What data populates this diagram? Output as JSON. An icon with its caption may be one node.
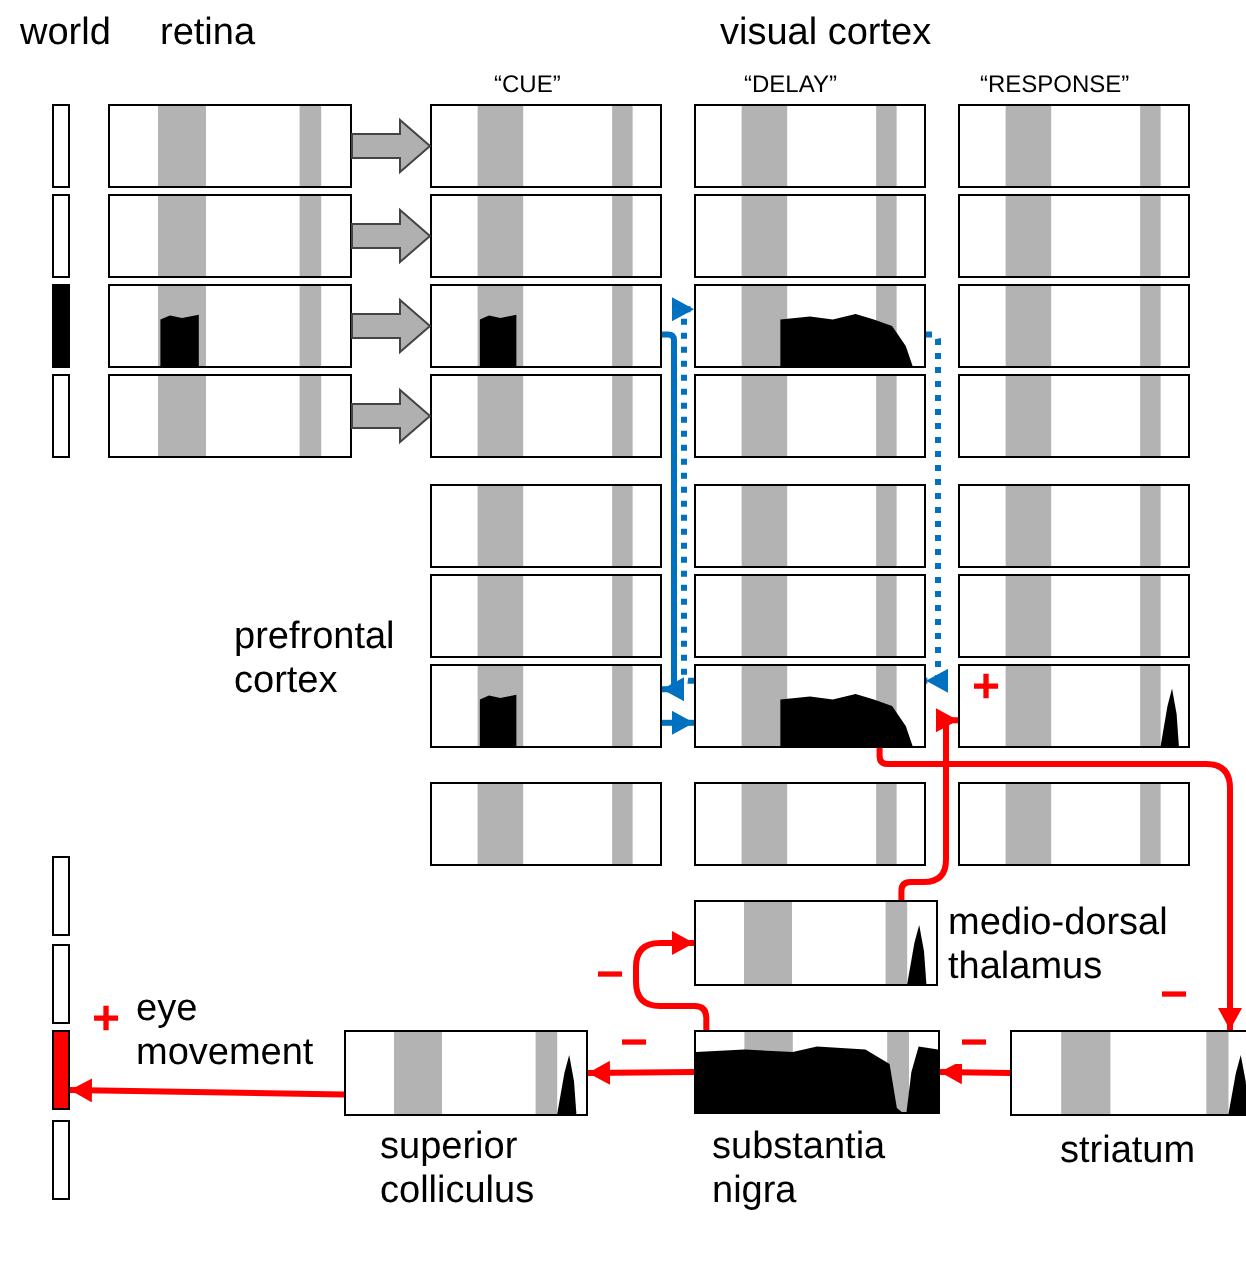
{
  "diagram": {
    "nodes": [
      {
        "text": [],
        "shape": "bar"
      },
      {
        "text": [],
        "shape": "bar"
      },
      {
        "text": [],
        "shape": "bar"
      },
      {
        "text": [],
        "shape": "bar"
      },
      {
        "text": [],
        "shape": "box"
      },
      {
        "text": [],
        "shape": "box"
      },
      {
        "text": [],
        "shape": "box"
      },
      {
        "text": [],
        "shape": "box"
      },
      {
        "text": [],
        "shape": "box"
      },
      {
        "text": [],
        "shape": "box"
      },
      {
        "text": [],
        "shape": "box"
      },
      {
        "text": [],
        "shape": "box"
      },
      {
        "text": [],
        "shape": "box"
      },
      {
        "text": [],
        "shape": "box"
      },
      {
        "text": [],
        "shape": "box"
      },
      {
        "text": [],
        "shape": "box"
      },
      {
        "text": [],
        "shape": "box"
      },
      {
        "text": [],
        "shape": "box"
      },
      {
        "text": [],
        "shape": "box"
      },
      {
        "text": [],
        "shape": "box"
      },
      {
        "text": [],
        "shape": "box"
      },
      {
        "text": [],
        "shape": "box"
      },
      {
        "text": [],
        "shape": "box"
      },
      {
        "text": [],
        "shape": "box"
      },
      {
        "text": [],
        "shape": "box"
      },
      {
        "text": [],
        "shape": "box"
      },
      {
        "text": [],
        "shape": "box"
      },
      {
        "text": [],
        "shape": "box"
      },
      {
        "text": [],
        "shape": "box"
      },
      {
        "text": [],
        "shape": "box"
      },
      {
        "text": [],
        "shape": "box"
      },
      {
        "text": [],
        "shape": "box"
      },
      {
        "text": [],
        "shape": "bar"
      },
      {
        "text": [],
        "shape": "bar"
      },
      {
        "text": [],
        "shape": "bar"
      },
      {
        "text": [],
        "shape": "bar"
      },
      {
        "text": [
          "medio-dorsal thalamus"
        ]
      },
      {
        "text": [
          "superior colliculus"
        ]
      },
      {
        "text": [
          "substantia nigra"
        ]
      },
      {
        "text": [
          "striatum"
        ]
      }
    ],
    "edges": [
      {
        "from": 4,
        "to": 8,
        "arrow": "to",
        "style": "thick",
        "color": "#b0b0b0"
      },
      {
        "from": 5,
        "to": 11,
        "arrow": "to",
        "style": "thick",
        "color": "#b0b0b0"
      },
      {
        "from": 6,
        "to": 14,
        "arrow": "to",
        "style": "thick",
        "color": "#b0b0b0"
      },
      {
        "from": 7,
        "to": 17,
        "arrow": "to",
        "style": "thick",
        "color": "#b0b0b0"
      },
      {
        "from": 14,
        "to": 26,
        "arrow": "to",
        "color": "#0070c0"
      },
      {
        "from": 26,
        "to": 27,
        "arrow": "to",
        "color": "#0070c0"
      },
      {
        "from": 27,
        "to": 15,
        "arrow": "to",
        "style": "dashed",
        "color": "#0070c0"
      },
      {
        "from": 15,
        "to": 27,
        "arrow": "to",
        "style": "dashed",
        "color": "#0070c0"
      },
      {
        "from": 27,
        "to": 39,
        "arrow": "to",
        "label": "−"
      },
      {
        "from": 36,
        "to": 28,
        "arrow": "to",
        "label": "+"
      },
      {
        "from": 39,
        "to": 38,
        "arrow": "to",
        "label": "−"
      },
      {
        "from": 38,
        "to": 36,
        "arrow": "to",
        "label": "−"
      },
      {
        "from": 38,
        "to": 37,
        "arrow": "to",
        "label": "−"
      },
      {
        "from": 37,
        "to": 34,
        "arrow": "to",
        "label": "+"
      }
    ],
    "labels": [
      "world",
      "retina",
      "visual cortex",
      "“CUE”",
      "“DELAY”",
      "“RESPONSE”",
      "prefrontal cortex",
      "eye movement"
    ]
  }
}
